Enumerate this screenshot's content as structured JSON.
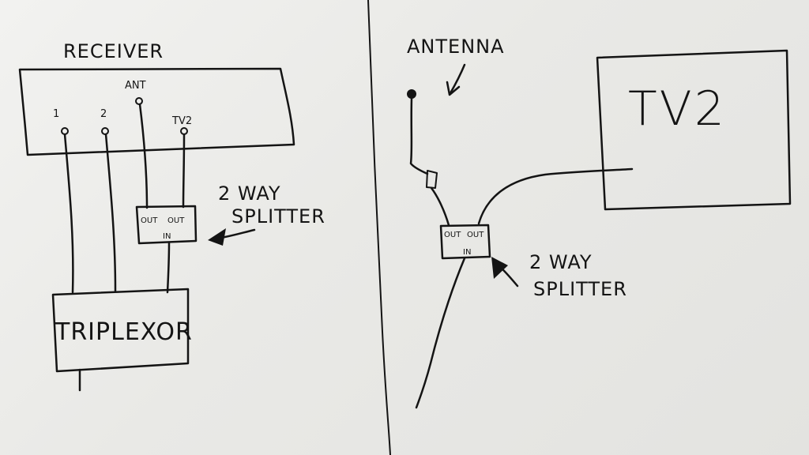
{
  "left": {
    "receiver_title": "RECEIVER",
    "ports": {
      "p1": "1",
      "p2": "2",
      "ant": "ANT",
      "tv2": "TV2"
    },
    "splitter_box": {
      "out1": "OUT",
      "out2": "OUT",
      "in": "IN"
    },
    "splitter_label": {
      "line1": "2 WAY",
      "line2": "SPLITTER"
    },
    "triplexor": "TRIPLEXOR"
  },
  "right": {
    "antenna_label": "ANTENNA",
    "tv_label": "TV2",
    "splitter_box": {
      "out1": "OUT",
      "out2": "OUT",
      "in": "IN"
    },
    "splitter_label": {
      "line1": "2 WAY",
      "line2": "SPLITTER"
    }
  }
}
